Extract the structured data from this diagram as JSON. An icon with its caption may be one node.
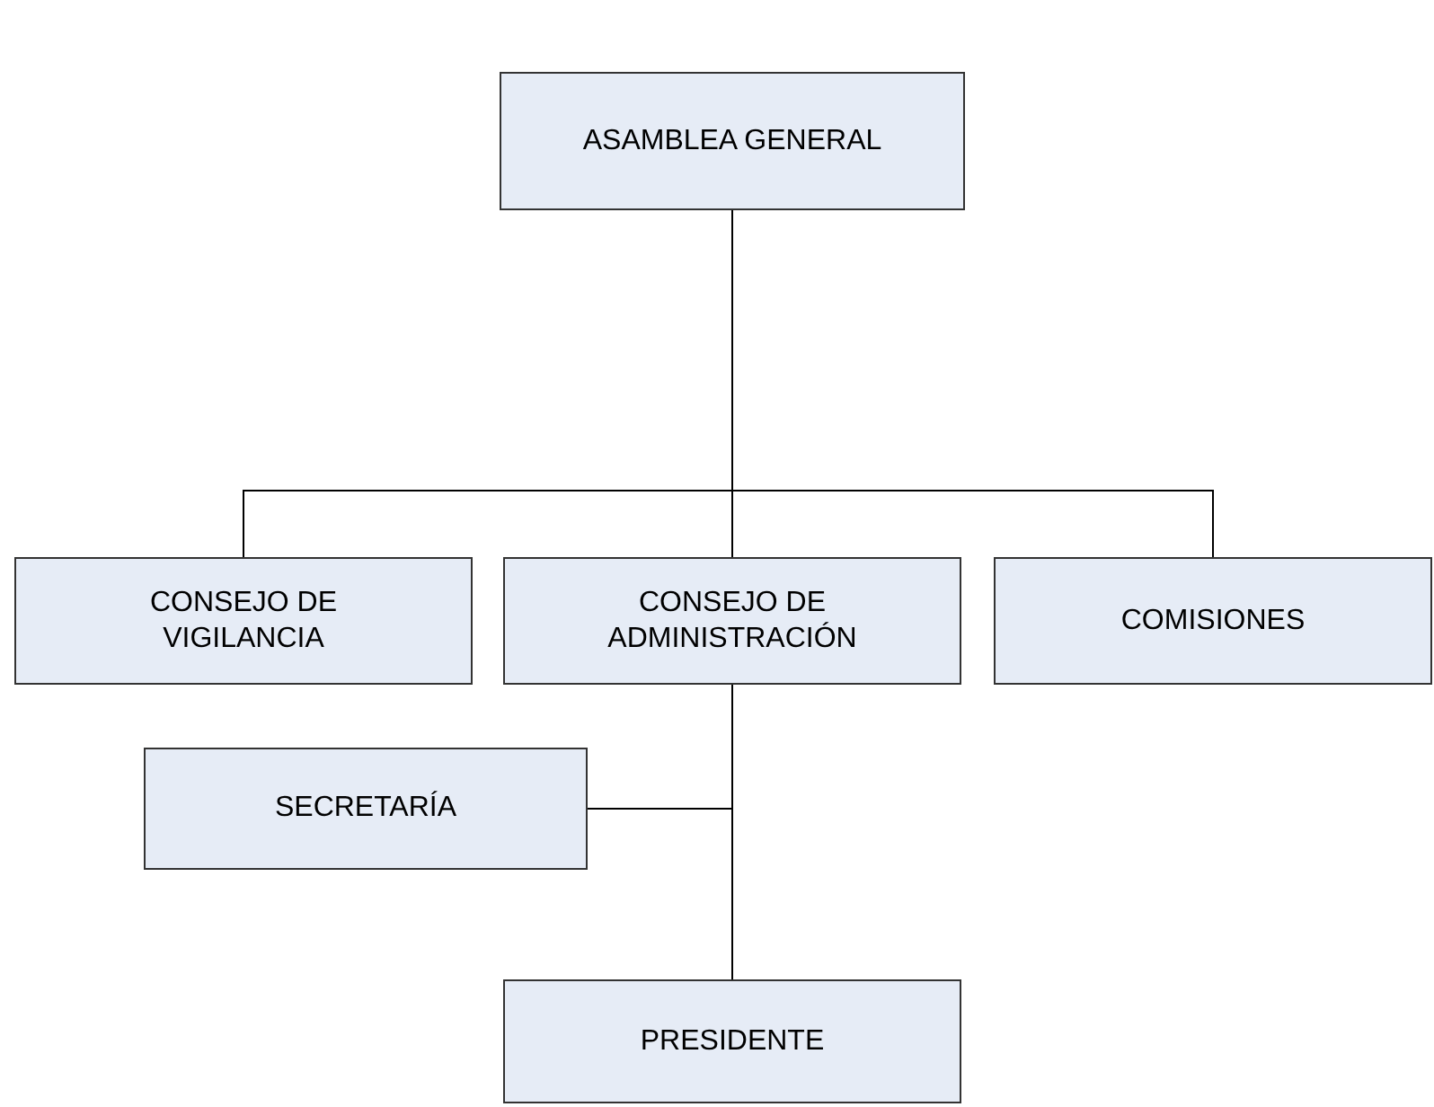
{
  "diagram": {
    "nodes": [
      {
        "text": [
          "ASAMBLEA GENERAL"
        ]
      },
      {
        "text": [
          "CONSEJO DE VIGILANCIA"
        ]
      },
      {
        "text": [
          "CONSEJO DE ADMINISTRACIÓN"
        ]
      },
      {
        "text": [
          "COMISIONES"
        ]
      },
      {
        "text": [
          "SECRETARÍA"
        ]
      },
      {
        "text": [
          "PRESIDENTE"
        ]
      }
    ],
    "edges": [
      {
        "from": 0,
        "to": 1,
        "arrow": "none"
      },
      {
        "from": 0,
        "to": 2,
        "arrow": "none"
      },
      {
        "from": 0,
        "to": 3,
        "arrow": "none"
      },
      {
        "from": 2,
        "to": 4,
        "arrow": "none"
      },
      {
        "from": 2,
        "to": 5,
        "arrow": "none"
      }
    ]
  }
}
